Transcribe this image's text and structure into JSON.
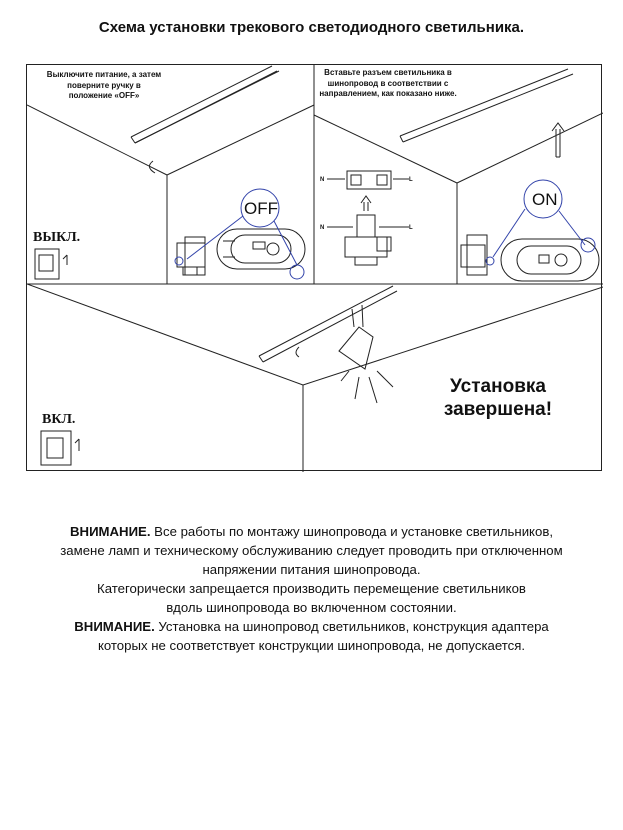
{
  "title": "Схема установки трекового светодиодного светильника.",
  "diagram": {
    "step1_note": "Выключите питание, а затем поверните ручку в положение «OFF»",
    "step2_note": "Вставьте разъем светильника в шинопровод в соответствии с направлением, как показано ниже.",
    "switch_off_label": "ВЫКЛ.",
    "switch_on_label": "ВКЛ.",
    "off_bubble": "OFF",
    "on_bubble": "ON",
    "n_label": "N",
    "l_label": "L",
    "done_line1": "Установка",
    "done_line2": "завершена!"
  },
  "notes": {
    "warning1_label": "ВНИМАНИЕ.",
    "warning1_line1": " Все работы по монтажу шинопровода и установке светильников,",
    "warning1_line2": "замене ламп и техническому обслуживанию следует проводить при отключенном",
    "warning1_line3": "напряжении питания шинопровода.",
    "prohibit_line1": "Категорически запрещается производить перемещение светильников",
    "prohibit_line2": "вдоль шинопровода во включенном состоянии.",
    "warning2_label": "ВНИМАНИЕ.",
    "warning2_line1": " Установка на шинопровод светильников, конструкция адаптера",
    "warning2_line2": "которых не соответствует конструкции шинопровода, не допускается."
  }
}
